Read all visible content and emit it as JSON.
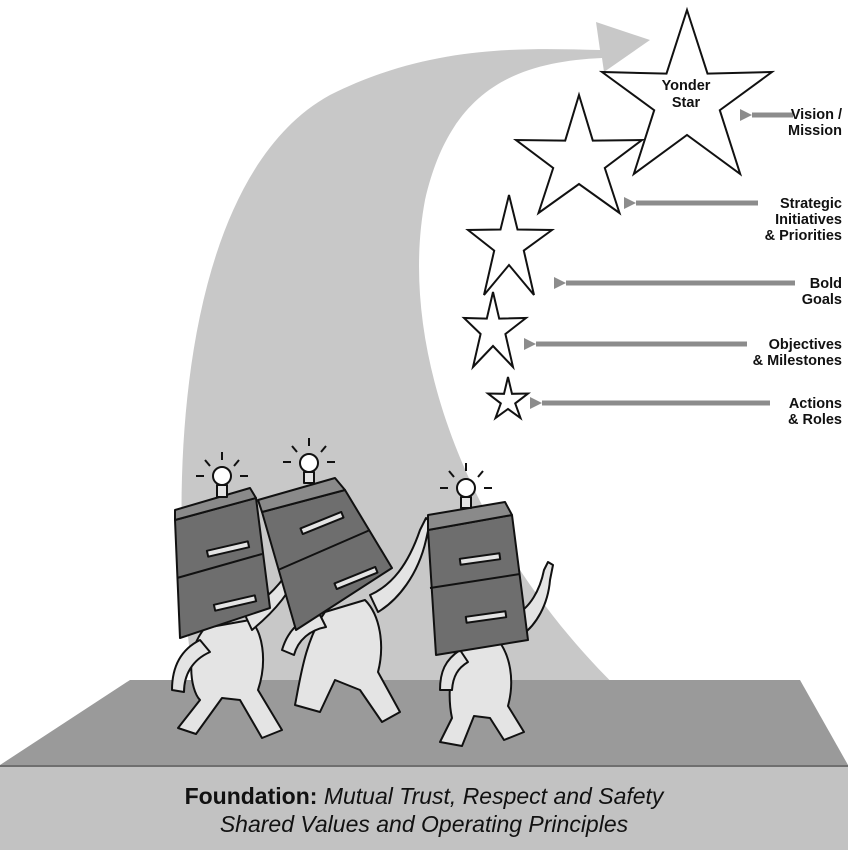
{
  "top_star": {
    "line1": "Yonder",
    "line2": "Star"
  },
  "targets": [
    {
      "id": "vision",
      "lines": [
        "Vision /",
        "Mission"
      ]
    },
    {
      "id": "strategic",
      "lines": [
        "Strategic",
        "Initiatives",
        "& Priorities"
      ]
    },
    {
      "id": "goals",
      "lines": [
        "Bold",
        "Goals"
      ]
    },
    {
      "id": "objectives",
      "lines": [
        "Objectives",
        "& Milestones"
      ]
    },
    {
      "id": "actions",
      "lines": [
        "Actions",
        "& Roles"
      ]
    }
  ],
  "foundation": {
    "heading": "Foundation:",
    "line1": "Mutual Trust, Respect and Safety",
    "line2": "Shared Values and Operating Principles"
  },
  "colors": {
    "beam": "#c8c8c8",
    "platform": "#9a9a9a",
    "platform_edge": "#7f7f7f",
    "arrow": "#8c8c8c",
    "cabinet": "#6e6e6e",
    "figure": "#e4e4e4"
  }
}
